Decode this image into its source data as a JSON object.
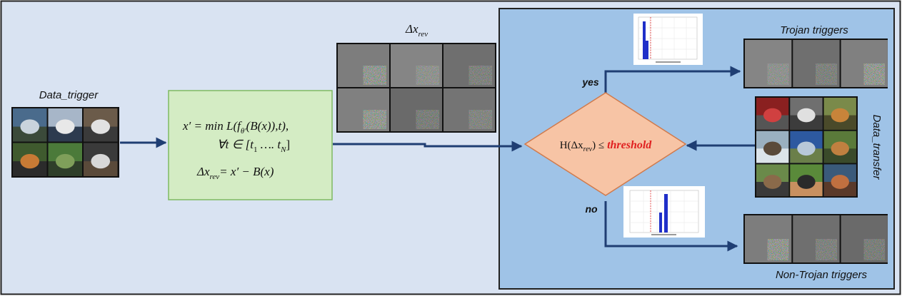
{
  "labels": {
    "data_trigger": "Data_trigger",
    "delta_x_rev": "Δx",
    "delta_x_rev_sub": "rev",
    "trojan_triggers": "Trojan triggers",
    "non_trojan_triggers": "Non-Trojan triggers",
    "data_transfer": "Data_transfer",
    "yes": "yes",
    "no": "no"
  },
  "formula": {
    "line1": "x′ = min L(f",
    "line1_sub": "θ′",
    "line1_rest": "(B(x)),t),",
    "line2": "∀t ∈ [t",
    "line2_sub1": "1",
    "line2_mid": " …. t",
    "line2_sub2": "N",
    "line2_end": "]",
    "line3": "Δx",
    "line3_sub": "rev",
    "line3_rest": "= x′ − B(x)"
  },
  "decision": {
    "prefix": "H(Δx",
    "sub": "rev",
    "suffix": ") ≤",
    "keyword": "threshold"
  },
  "colors": {
    "outer_bg": "#d9e3f2",
    "detector_bg": "#9fc3e7",
    "formula_box": "#d4ecc4",
    "formula_border": "#7fba62",
    "diamond": "#f7c4a5",
    "diamond_border": "#d07a4c",
    "arrow": "#1f3e73",
    "threshold": "#e02020",
    "hist_bar": "#1f2fc9",
    "hist_line": "#e02020"
  },
  "icons": {
    "yes_hist": "histogram-yes-icon",
    "no_hist": "histogram-no-icon"
  }
}
